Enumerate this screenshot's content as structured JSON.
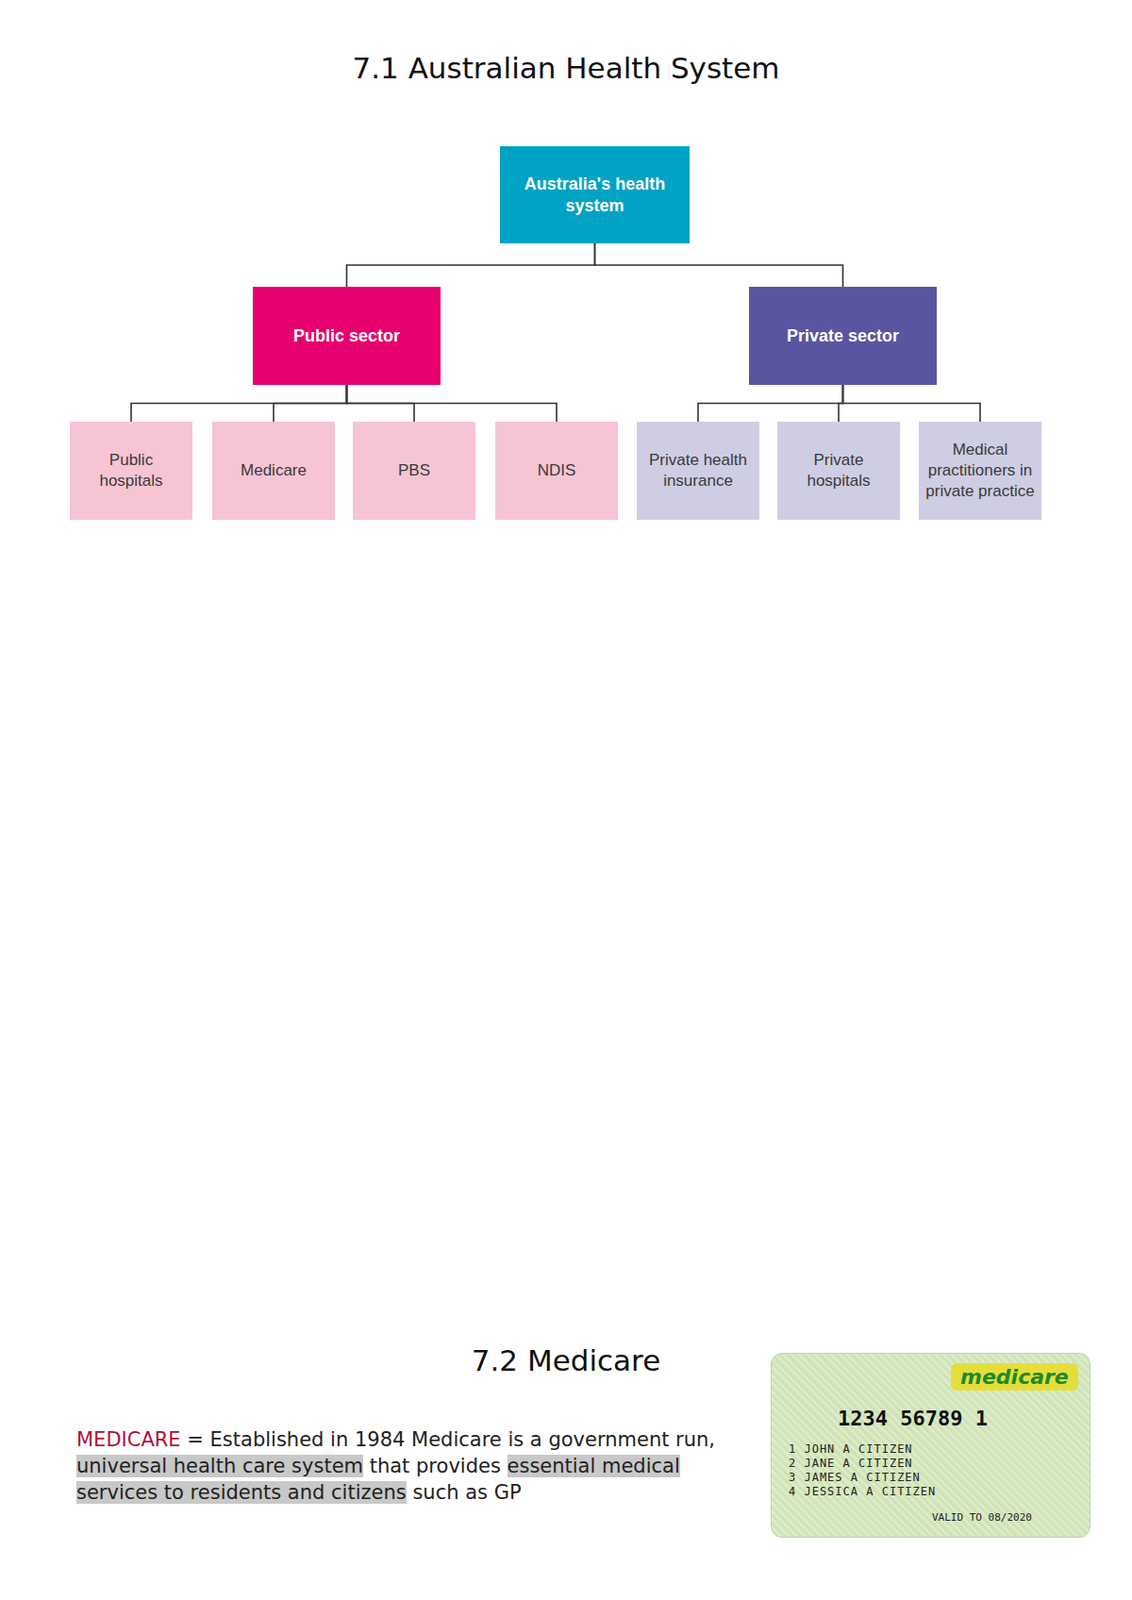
{
  "diagram": {
    "title": "7.1 Australian Health System",
    "nodes": [
      {
        "text": [
          "Australia's health system"
        ]
      },
      {
        "text": [
          "Public sector"
        ]
      },
      {
        "text": [
          "Private sector"
        ]
      },
      {
        "text": [
          "Public hospitals"
        ]
      },
      {
        "text": [
          "Medicare"
        ]
      },
      {
        "text": [
          "PBS"
        ]
      },
      {
        "text": [
          "NDIS"
        ]
      },
      {
        "text": [
          "Private health insurance"
        ]
      },
      {
        "text": [
          "Private hospitals"
        ]
      },
      {
        "text": [
          "Medical practitioners in private practice"
        ]
      },
      {
        "text": [
          "medicare",
          "1234 56789 1",
          "1 JOHN A CITIZEN",
          "2 JANE A CITIZEN",
          "3 JAMES A CITIZEN",
          "4 JESSICA A CITIZEN",
          "VALID TO 08/2020"
        ]
      }
    ],
    "edges": [
      {
        "from": 0,
        "to": 1,
        "arrow": "none"
      },
      {
        "from": 0,
        "to": 2,
        "arrow": "none"
      },
      {
        "from": 1,
        "to": 3,
        "arrow": "none"
      },
      {
        "from": 1,
        "to": 4,
        "arrow": "none"
      },
      {
        "from": 1,
        "to": 5,
        "arrow": "none"
      },
      {
        "from": 1,
        "to": 6,
        "arrow": "none"
      },
      {
        "from": 2,
        "to": 7,
        "arrow": "none"
      },
      {
        "from": 2,
        "to": 8,
        "arrow": "none"
      },
      {
        "from": 2,
        "to": 9,
        "arrow": "none"
      }
    ],
    "labels": [
      "7.2 Medicare",
      "MEDICARE",
      "= Established in 1984 Medicare is a government run,",
      "universal health care system",
      "that provides",
      "essential medical services to residents and citizens",
      "such as GP"
    ]
  }
}
